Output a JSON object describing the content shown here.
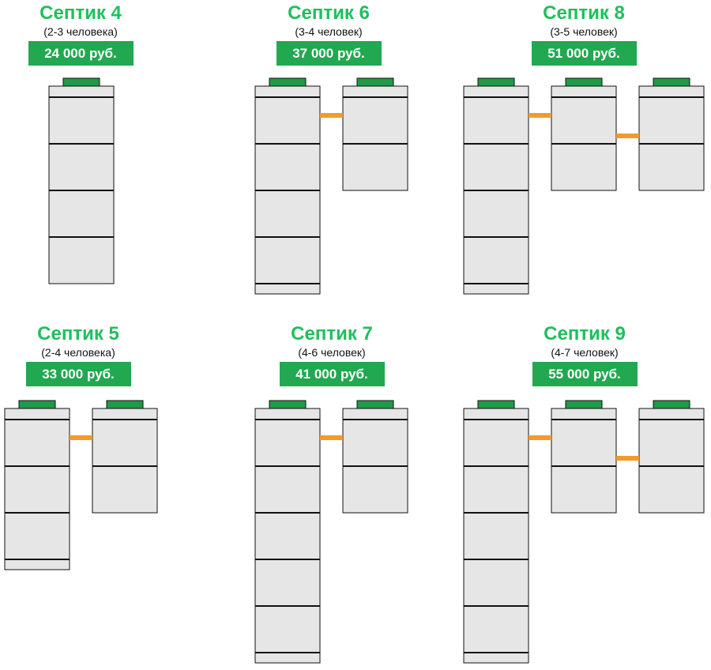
{
  "colors": {
    "brand_green": "#21a850",
    "title_green": "#1fbf5c",
    "tank_fill": "#e6e6e6",
    "tank_stroke": "#111111",
    "lid_green": "#1f9a48",
    "pipe_orange": "#f39a2b",
    "label_text": "#111111"
  },
  "septics": [
    {
      "title": "Септик 4",
      "capacity": "(2-3 человека)",
      "price": "24 000 руб.",
      "tanks": [
        {
          "rings": 4,
          "drop_ring": 0
        }
      ]
    },
    {
      "title": "Септик 6",
      "capacity": "(3-4 человек)",
      "price": "37 000 руб.",
      "tanks": [
        {
          "rings": 4,
          "drop_ring": 1
        },
        {
          "rings": 2,
          "drop_ring": 0
        }
      ]
    },
    {
      "title": "Септик 8",
      "capacity": "(3-5 человек)",
      "price": "51 000 руб.",
      "tanks": [
        {
          "rings": 4,
          "drop_ring": 1
        },
        {
          "rings": 2,
          "drop_ring": 0
        },
        {
          "rings": 2,
          "drop_ring": 0
        }
      ]
    },
    {
      "title": "Септик 5",
      "capacity": "(2-4 человека)",
      "price": "33 000 руб.",
      "tanks": [
        {
          "rings": 3,
          "drop_ring": 1
        },
        {
          "rings": 2,
          "drop_ring": 0
        }
      ]
    },
    {
      "title": "Септик 7",
      "capacity": "(4-6 человек)",
      "price": "41 000 руб.",
      "tanks": [
        {
          "rings": 5,
          "drop_ring": 1
        },
        {
          "rings": 2,
          "drop_ring": 0
        }
      ]
    },
    {
      "title": "Септик 9",
      "capacity": "(4-7 человек)",
      "price": "55 000 руб.",
      "tanks": [
        {
          "rings": 5,
          "drop_ring": 1
        },
        {
          "rings": 2,
          "drop_ring": 0
        },
        {
          "rings": 2,
          "drop_ring": 0
        }
      ]
    }
  ]
}
